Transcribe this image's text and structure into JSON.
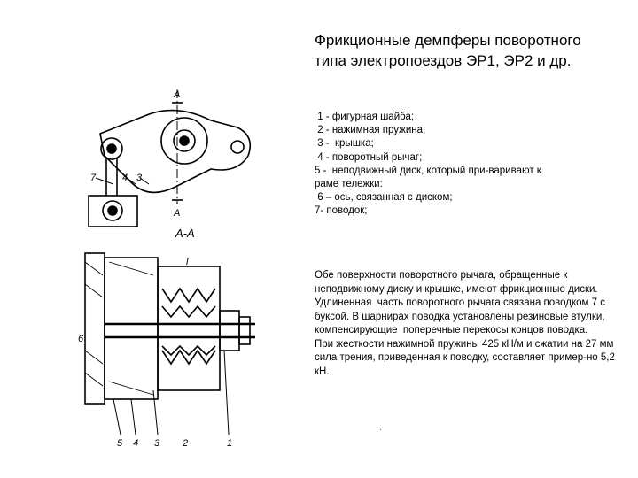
{
  "title": "Фрикционные демпферы поворотного типа электропоездов ЭР1, ЭР2 и др.",
  "legend": [
    " 1 - фигурная шайба;",
    " 2 - нажимная пружина;",
    " 3 -  крышка;",
    " 4 - поворотный рычаг;",
    "5 -  неподвижный диск, который при-варивают к раме тележки:",
    " 6 – ось, связанная с диском;",
    "7- поводок;"
  ],
  "paragraph": "Обе поверхности поворотного рычага, обращенные к неподвижному диску и крышке, имеют фрикционные диски. Удлиненная  часть поворотного рычага связана поводком 7 с буксой. В шарнирах поводка установлены резиновые втулки, компенсирующие  поперечные перекосы концов поводка.\nПри жесткости нажимной пружины 425 кН/м и сжатии на 27 мм сила трения, приведенная к поводку, составляет пример-но 5,2 кН.",
  "drawing_labels": {
    "section_mark_top": "А",
    "section_mark_bottom": "А",
    "section_title": "А-А",
    "dimension_l": "l",
    "top_numbers": [
      "7",
      "4",
      "3"
    ],
    "bottom_numbers": [
      "5",
      "4",
      "3"
    ],
    "left_number": "6",
    "right_numbers": [
      "2",
      "1"
    ]
  },
  "footer_dot": "."
}
